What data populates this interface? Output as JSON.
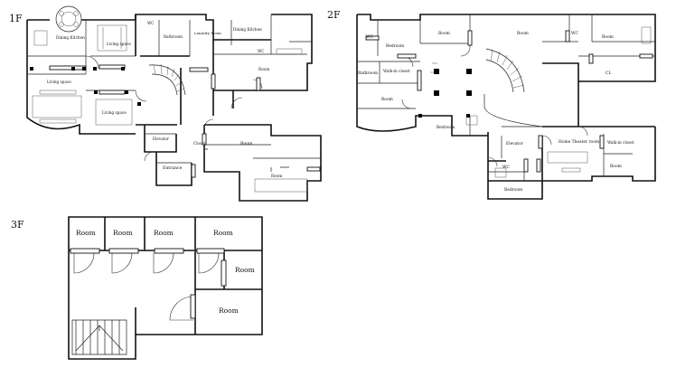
{
  "floors": [
    {
      "id": "1f",
      "title": "1F",
      "rooms": {
        "dining_kitchen_left": "Dining Kitchen",
        "living_space_top": "Living space",
        "living_space_left": "Living space",
        "living_space_mid": "Living space",
        "wc": "WC",
        "bathroom": "Bathroom",
        "laundry": "Laundry Room",
        "dining_kitchen_right": "Dining Kitchen",
        "wc_right": "WC",
        "room_right": "Room",
        "elevator": "Elevator",
        "closet": "Closet",
        "entrance": "Entrance",
        "room_lower": "Room",
        "room_bottom": "Room"
      }
    },
    {
      "id": "2f",
      "title": "2F",
      "rooms": {
        "wc_left": "WC",
        "bedroom_top": "Bedroom",
        "room_top1": "Room",
        "room_top2": "Room",
        "wc_right": "WC",
        "room_far_right": "Room",
        "bathroom": "Bathroom",
        "walkin_left": "Walk-in closet",
        "cl": "CL",
        "room_mid": "Room",
        "bedroom_mid": "Bedroom",
        "elevator": "Elevator",
        "home_theater": "Home Theater room",
        "walkin_right": "Walk-in closet",
        "wc_low": "WC",
        "room_small": "Room",
        "bedroom_low": "Bedroom"
      }
    },
    {
      "id": "3f",
      "title": "3F",
      "rooms": {
        "room1": "Room",
        "room2": "Room",
        "room3": "Room",
        "room4": "Room",
        "room5": "Room",
        "room6": "Room"
      }
    }
  ]
}
